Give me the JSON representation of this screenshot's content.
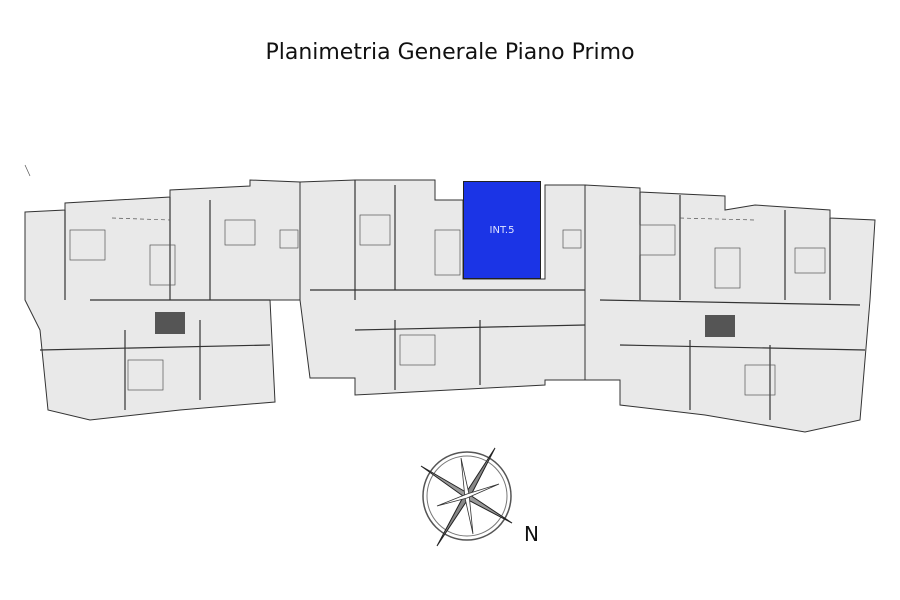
{
  "title": "Planimetria Generale Piano Primo",
  "highlighted_unit": {
    "label": "INT.5",
    "color": "#1b34e6"
  },
  "compass": {
    "label": "N",
    "icon": "compass-rose-icon"
  }
}
